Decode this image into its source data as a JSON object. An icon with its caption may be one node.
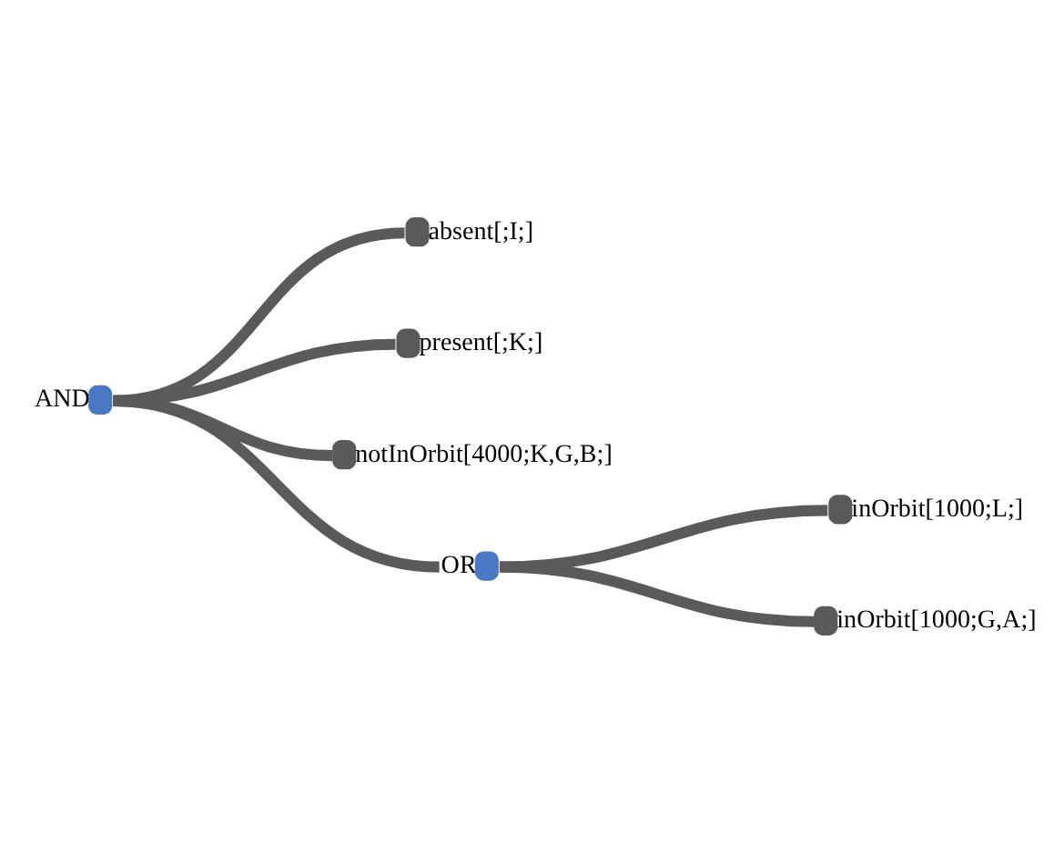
{
  "diagram": {
    "nodes": [
      {
        "text": [
          "AND"
        ]
      },
      {
        "text": [
          "absent[;I;]"
        ]
      },
      {
        "text": [
          "present[;K;]"
        ]
      },
      {
        "text": [
          "notInOrbit[4000;K,G,B;]"
        ]
      },
      {
        "text": [
          "OR"
        ]
      },
      {
        "text": [
          "inOrbit[1000;L;]"
        ]
      },
      {
        "text": [
          "inOrbit[1000;G,A;]"
        ]
      }
    ],
    "edges": [
      {
        "from": 0,
        "to": 1,
        "arrow": "none"
      },
      {
        "from": 0,
        "to": 2,
        "arrow": "none"
      },
      {
        "from": 0,
        "to": 3,
        "arrow": "none"
      },
      {
        "from": 0,
        "to": 4,
        "arrow": "none"
      },
      {
        "from": 4,
        "to": 5,
        "arrow": "none"
      },
      {
        "from": 4,
        "to": 6,
        "arrow": "none"
      }
    ]
  }
}
